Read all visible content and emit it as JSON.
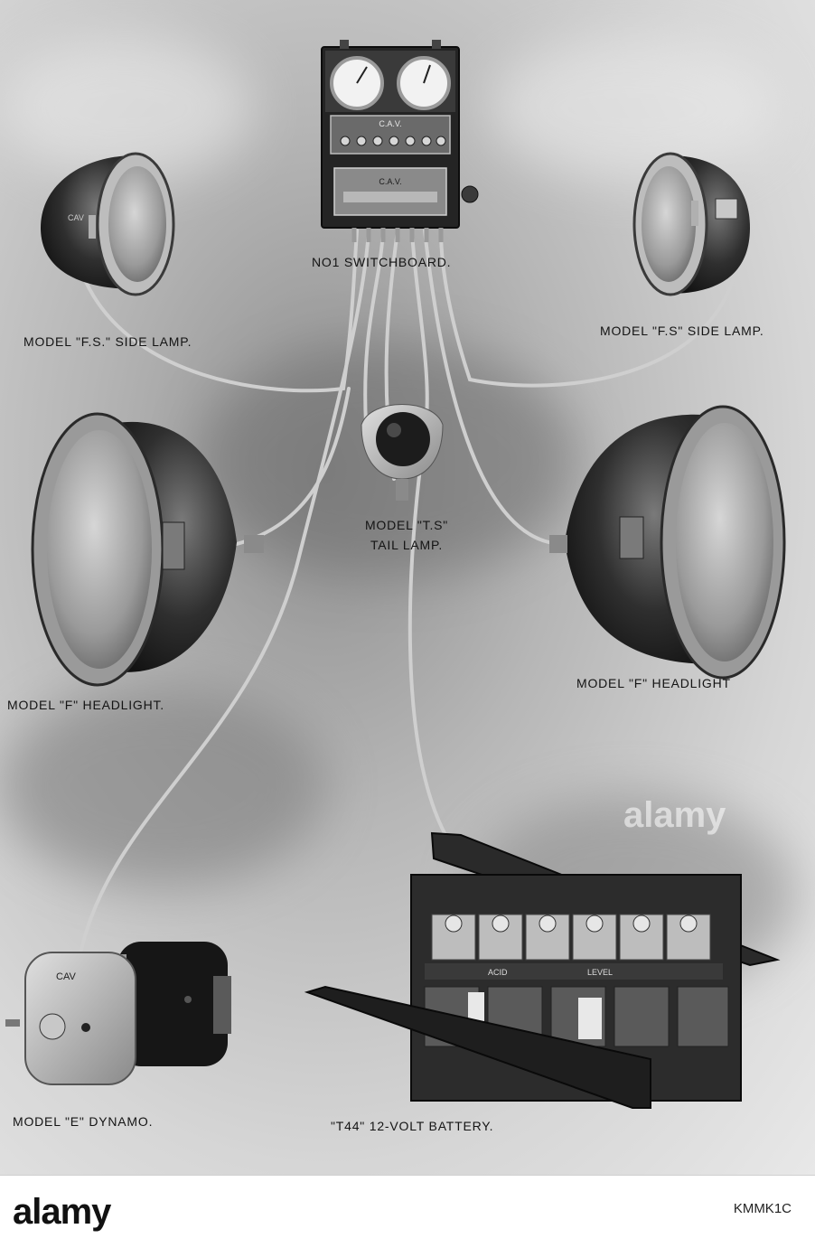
{
  "labels": {
    "switchboard": "No1 SWITCHBOARD.",
    "side_lamp_left": "MODEL \"F.S.\" SIDE LAMP.",
    "side_lamp_right": "MODEL \"F.S\" SIDE LAMP.",
    "tail_lamp_line1": "MODEL \"T.S\"",
    "tail_lamp_line2": "TAIL LAMP.",
    "headlight_left": "MODEL \"F\" HEADLIGHT.",
    "headlight_right": "MODEL \"F\" HEADLIGHT",
    "dynamo": "MODEL \"E\" DYNAMO.",
    "battery": "\"T44\" 12-VOLT BATTERY."
  },
  "device_markings": {
    "switchboard_top": "C.A.V.",
    "switchboard_plate": "C.A.V.",
    "side_lamp_badge": "CAV",
    "dynamo_badge": "CAV",
    "battery_acid": "ACID",
    "battery_level": "LEVEL"
  },
  "watermark": "alamy",
  "footer": {
    "brand": "alamy",
    "image_code": "KMMK1C"
  }
}
